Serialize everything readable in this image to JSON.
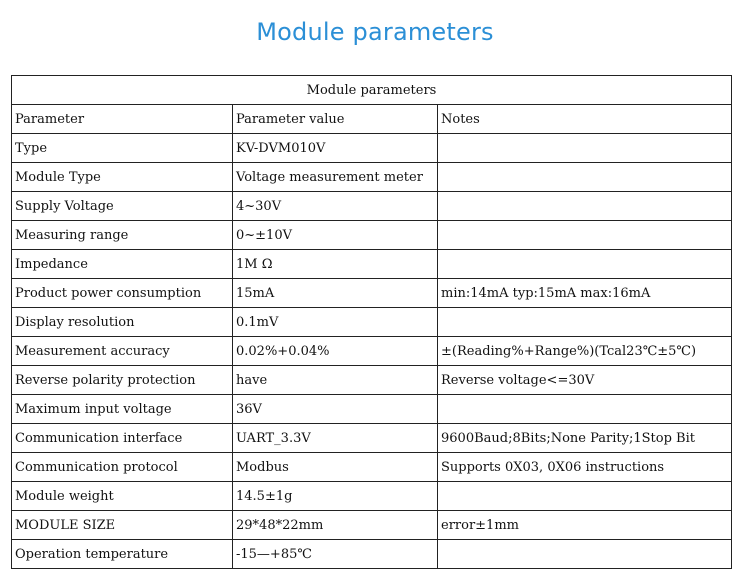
{
  "page": {
    "heading": "Module parameters",
    "heading_color": "#2b8fd6"
  },
  "table": {
    "caption": "Module parameters",
    "headers": [
      "Parameter",
      "Parameter value",
      "Notes"
    ],
    "rows": [
      [
        "Type",
        "KV-DVM010V",
        ""
      ],
      [
        "Module Type",
        "Voltage measurement meter",
        ""
      ],
      [
        "Supply Voltage",
        "4~30V",
        ""
      ],
      [
        "Measuring range",
        "0~±10V",
        ""
      ],
      [
        "Impedance",
        "1M Ω",
        ""
      ],
      [
        "Product power consumption",
        "15mA",
        "min:14mA typ:15mA max:16mA"
      ],
      [
        "Display resolution",
        "0.1mV",
        ""
      ],
      [
        "Measurement accuracy",
        "0.02%+0.04%",
        "±(Reading%+Range%)(Tcal23℃±5℃)"
      ],
      [
        "Reverse polarity protection",
        "have",
        "Reverse voltage<=30V"
      ],
      [
        "Maximum input voltage",
        "36V",
        ""
      ],
      [
        "Communication interface",
        "UART_3.3V",
        "9600Baud;8Bits;None Parity;1Stop Bit"
      ],
      [
        "Communication protocol",
        "Modbus",
        "Supports 0X03, 0X06 instructions"
      ],
      [
        "Module weight",
        "14.5±1g",
        ""
      ],
      [
        "MODULE SIZE",
        "29*48*22mm",
        "error±1mm"
      ],
      [
        "Operation temperature",
        "-15—+85℃",
        ""
      ]
    ]
  }
}
